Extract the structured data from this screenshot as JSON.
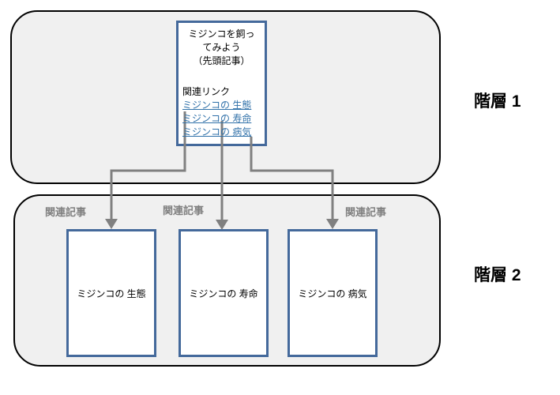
{
  "diagram": {
    "levels": [
      {
        "label": "階層 1"
      },
      {
        "label": "階層 2"
      }
    ],
    "top_box": {
      "title_lines": [
        "ミジンコを飼っ",
        "てみよう",
        "（先頭記事）"
      ],
      "related_links_label": "関連リンク",
      "links": [
        {
          "text": "ミジンコの 生態"
        },
        {
          "text": "ミジンコの 寿命"
        },
        {
          "text": "ミジンコの 病気"
        }
      ]
    },
    "bottom_boxes": [
      {
        "label": "関連記事",
        "title": "ミジンコの 生態"
      },
      {
        "label": "関連記事",
        "title": "ミジンコの 寿命"
      },
      {
        "label": "関連記事",
        "title": "ミジンコの 病気"
      }
    ],
    "colors": {
      "tier_fill": "#f0f0f0",
      "tier_border": "#000000",
      "box_border": "#44699b",
      "box_fill": "#ffffff",
      "link_blue": "#3071a9",
      "connector_gray": "#808080",
      "label_gray": "#808080"
    }
  }
}
